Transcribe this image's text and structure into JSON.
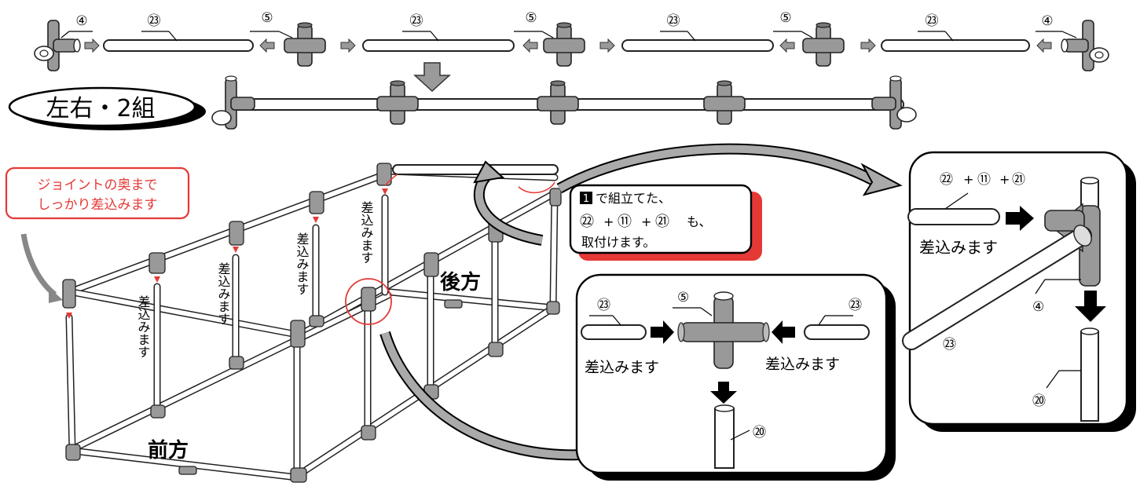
{
  "top_row": {
    "labels": [
      "④",
      "㉓",
      "⑤",
      "㉓",
      "⑤",
      "㉓",
      "⑤",
      "㉓",
      "④"
    ]
  },
  "assembly_badge": "左右・2組",
  "callout_red": {
    "line1": "ジョイントの奥まで",
    "line2": "しっかり差込みます"
  },
  "frame": {
    "insert_label": "差込みます",
    "front_label": "前方",
    "back_label": "後方"
  },
  "note_box": {
    "step_marker": "1",
    "line1": "で組立てた、",
    "line2_parts": [
      "㉒",
      "+",
      "⑪",
      "+",
      "㉑",
      "も、"
    ],
    "line3": "取付けます。"
  },
  "detail_center": {
    "joint_label": "⑤",
    "pipe_label_left": "㉓",
    "pipe_label_right": "㉓",
    "bottom_label": "⑳",
    "insert_left": "差込みます",
    "insert_right": "差込みます"
  },
  "detail_right": {
    "header_parts": [
      "㉒",
      "+",
      "⑪",
      "+",
      "㉑"
    ],
    "insert": "差込みます",
    "joint_label": "④",
    "pipe_label": "㉓",
    "bottom_label": "⑳"
  },
  "colors": {
    "accent_red": "#e53935",
    "joint_gray": "#999999",
    "arrow_gray": "#8a8a8a"
  }
}
